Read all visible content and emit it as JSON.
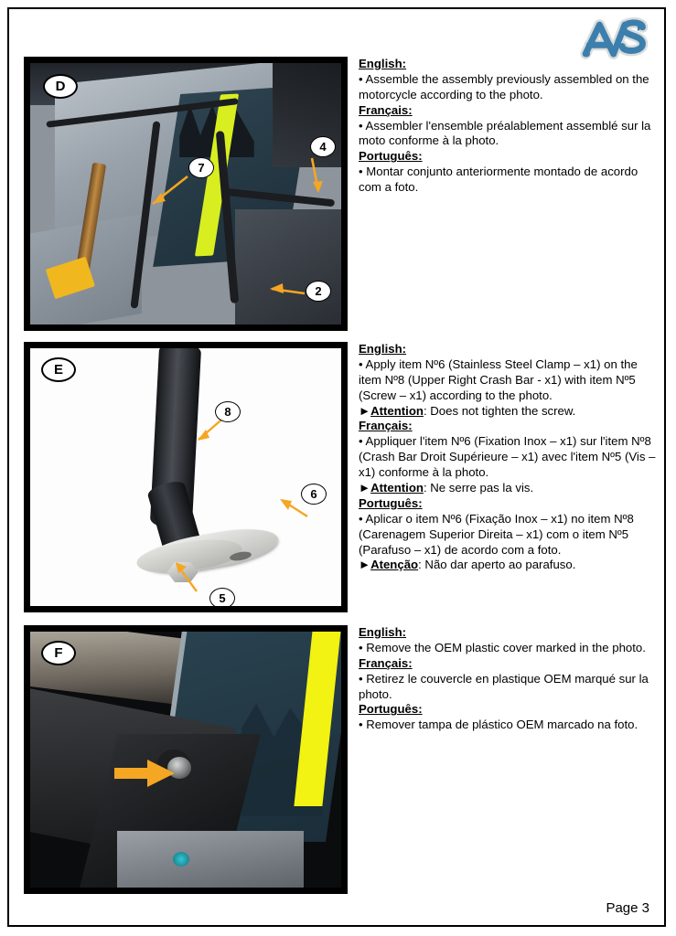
{
  "document": {
    "page_label": "Page 3",
    "logo_text": "AS",
    "logo_color": "#3c7fad"
  },
  "steps": [
    {
      "id": "D",
      "badge": "D",
      "callouts": [
        "7",
        "4",
        "2"
      ],
      "text": {
        "english_label": "English:",
        "english_body": "• Assemble the assembly previously assembled on the motorcycle according to the photo.",
        "francais_label": "Français:",
        "francais_body": "• Assembler l'ensemble préalablement assemblé sur la moto conforme à la photo.",
        "portugues_label": "Português:",
        "portugues_body": "• Montar conjunto anteriormente montado de acordo com a foto."
      }
    },
    {
      "id": "E",
      "badge": "E",
      "callouts": [
        "8",
        "6",
        "5"
      ],
      "text": {
        "english_label": "English:",
        "english_body": "• Apply item Nº6 (Stainless Steel Clamp – x1) on the item Nº8 (Upper Right Crash Bar - x1) with item Nº5 (Screw – x1) according to the photo.",
        "english_attention_marker": "►",
        "english_attention_word": "Attention",
        "english_attention_body": ": Does not tighten the screw.",
        "francais_label": "Français:",
        "francais_body": "• Appliquer l'item Nº6 (Fixation Inox – x1) sur l'item Nº8 (Crash Bar Droit Supérieure – x1) avec l'item Nº5 (Vis – x1) conforme à la photo.",
        "francais_attention_marker": "►",
        "francais_attention_word": "Attention",
        "francais_attention_body": ": Ne serre pas la vis.",
        "portugues_label": "Português:",
        "portugues_body": "• Aplicar o item Nº6 (Fixação Inox – x1) no item Nº8 (Carenagem Superior Direita – x1) com o item Nº5 (Parafuso – x1) de acordo com a foto.",
        "portugues_attention_marker": "►",
        "portugues_attention_word": "Atenção",
        "portugues_attention_body": ": Não dar aperto ao parafuso."
      }
    },
    {
      "id": "F",
      "badge": "F",
      "callouts": [],
      "text": {
        "english_label": "English:",
        "english_body": "• Remove the OEM plastic cover marked in the photo.",
        "francais_label": "Français:",
        "francais_body": "• Retirez le couvercle en plastique OEM marqué sur la photo.",
        "portugues_label": "Português:",
        "portugues_body": "• Remover tampa de plástico OEM marcado na foto."
      }
    }
  ],
  "colors": {
    "arrow": "#f5a623",
    "highlight_yellow": "#d8ee20",
    "frame": "#000000"
  }
}
